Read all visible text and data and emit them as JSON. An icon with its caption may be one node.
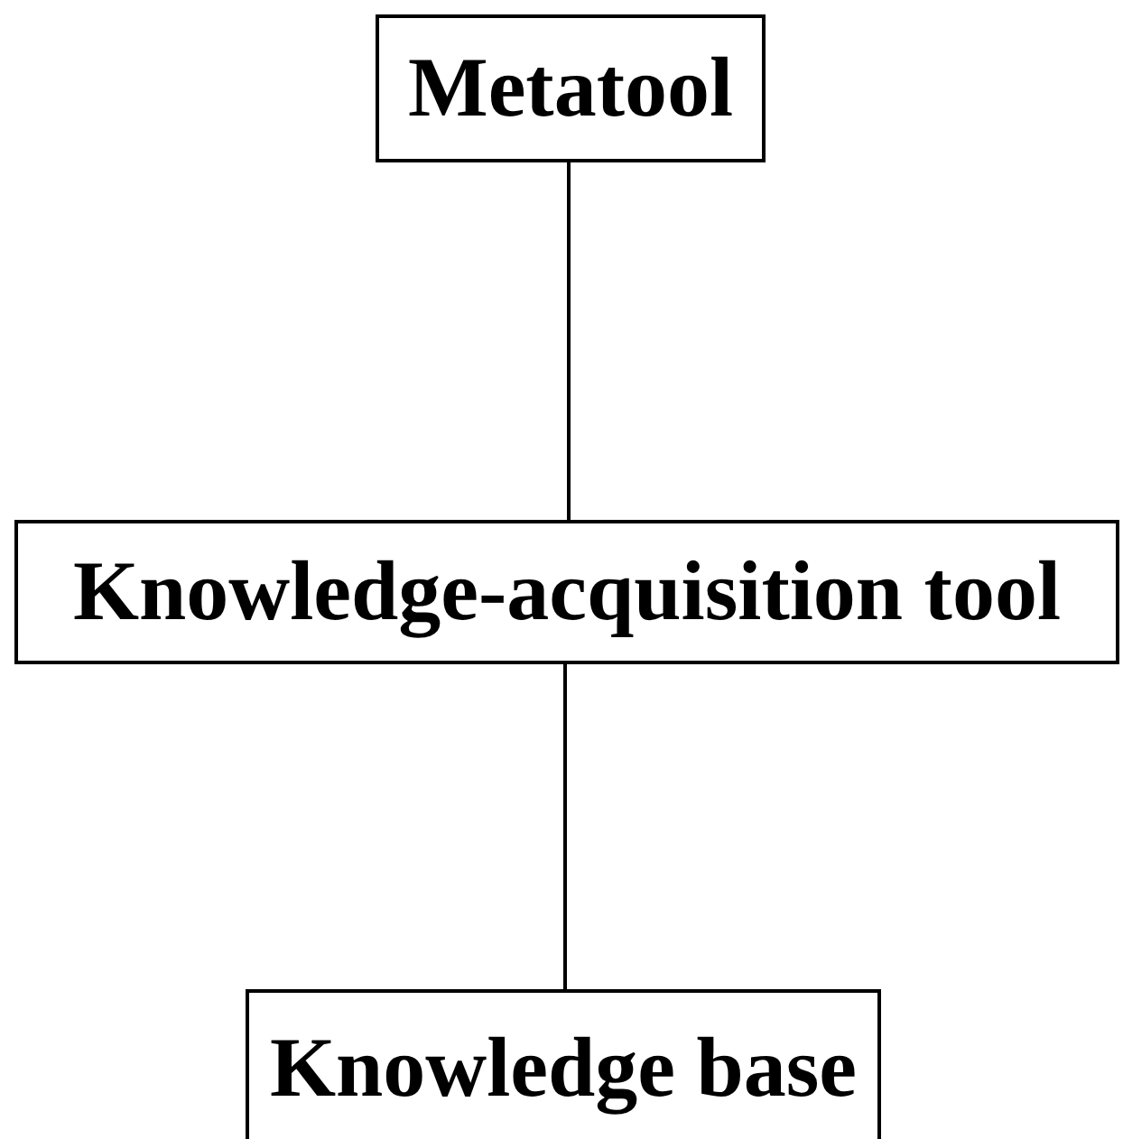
{
  "diagram": {
    "nodes": [
      {
        "text": [
          "Metatool"
        ]
      },
      {
        "text": [
          "Knowledge-acquisition tool"
        ]
      },
      {
        "text": [
          "Knowledge base"
        ]
      }
    ],
    "edges": [
      {
        "from": 0,
        "to": 1,
        "arrow": "none"
      },
      {
        "from": 1,
        "to": 2,
        "arrow": "none"
      }
    ]
  }
}
